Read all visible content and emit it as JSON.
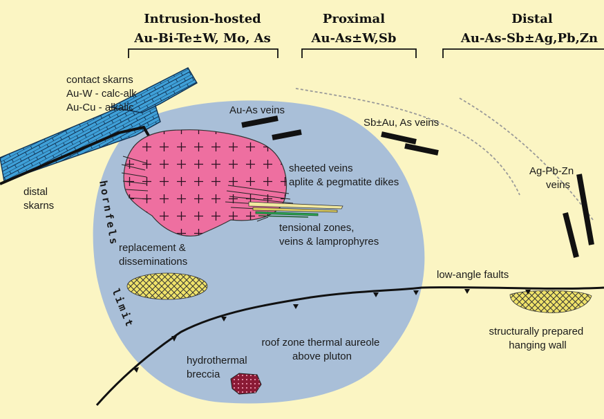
{
  "headers": {
    "intrusion_title": "Intrusion-hosted",
    "intrusion_elements": "Au-Bi-Te±W, Mo, As",
    "proximal_title": "Proximal",
    "proximal_elements": "Au-As±W,Sb",
    "distal_title": "Distal",
    "distal_elements": "Au-As-Sb±Ag,Pb,Zn"
  },
  "labels": {
    "contact_skarns": [
      "contact skarns",
      "Au-W - calc-alk",
      "Au-Cu - alkalic"
    ],
    "distal_skarns": [
      "distal",
      "skarns"
    ],
    "au_as_veins": "Au-As veins",
    "sb_au_as_veins": "Sb±Au, As  veins",
    "ag_pb_zn_veins": [
      "Ag-Pb-Zn",
      "veins"
    ],
    "sheeted_veins": [
      "sheeted veins",
      "aplite & pegmatite dikes"
    ],
    "tensional_zones": [
      "tensional zones,",
      "veins & lamprophyres"
    ],
    "replacement": [
      "replacement &",
      "disseminations"
    ],
    "low_angle_faults": "low-angle faults",
    "roof_zone": [
      "roof zone thermal aureole",
      "above pluton"
    ],
    "hydrothermal_breccia": [
      "hydrothermal",
      "breccia"
    ],
    "structurally_prepared": [
      "structurally prepared",
      "hanging wall"
    ],
    "hornfels_word": "hornfels",
    "limit_word": "limit"
  },
  "colors": {
    "background": "#fbf5c3",
    "aureole": "#a9bfd8",
    "pluton": "#ee6fa0",
    "skarn": "#3fa0d8",
    "crosshatch_fill": "#f0e36a",
    "breccia": "#8a1a35",
    "vein": "#111111"
  }
}
